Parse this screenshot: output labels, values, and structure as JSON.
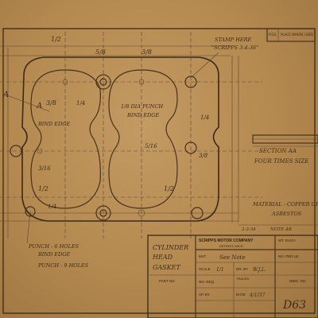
{
  "top_block": {
    "col1": "FIGS.",
    "col2": "PLACE WHERE USED"
  },
  "notes": {
    "stamp_note_line1": "STAMP HERE",
    "stamp_note_line2": "\"SCRIPPS 3-4-36\"",
    "punch_note_line1": "1/8 DIA PUNCH",
    "punch_note_line2": "BIND EDGE",
    "bind_edge": "BIND EDGE",
    "section_label": "SECTION AA",
    "section_scale": "FOUR TIMES SIZE",
    "material_line1": "MATERIAL - COPPER OR",
    "material_line2": "ASBESTOS",
    "bottom_note_line1": "PUNCH - 6 HOLES",
    "bottom_note_line2": "BIND EDGE",
    "bottom_note_line3": "PUNCH - 9 HOLES",
    "section_mark": "A",
    "dim_a": "5/8",
    "dim_b": "3/8",
    "dim_c": "1/4",
    "dim_d": "5/16",
    "dim_e": "3/16",
    "dim_f": "1/2",
    "date_note": "2-3-34",
    "note_fragment": "NOTE AB"
  },
  "title_block": {
    "part_name_line1": "CYLINDER",
    "part_name_line2": "HEAD",
    "part_name_line3": "GASKET",
    "part_no_label": "PART NO.",
    "company": "SCRIPPS MOTOR COMPANY",
    "city": "DETROIT, MICH.",
    "mat_label": "MAT.",
    "mat_value": "See Note",
    "scale_label": "SCALE",
    "scale_value": "1/1",
    "dr_by_label": "DR. BY",
    "dr_by_value": "W.J.L.",
    "no_reg_label": "NO. REQ.",
    "traced_label": "TRACED",
    "traced_value": "",
    "ap_by_label": "AP. BY",
    "date_label": "DATE",
    "date_value": "4/1/37",
    "wt_each_label": "WT. EACH",
    "no_per_lb_label": "NO. PER LB.",
    "no_per_lb_value": "",
    "dwg_no_label": "DWG. NO.",
    "dwg_no_value": "D63"
  }
}
